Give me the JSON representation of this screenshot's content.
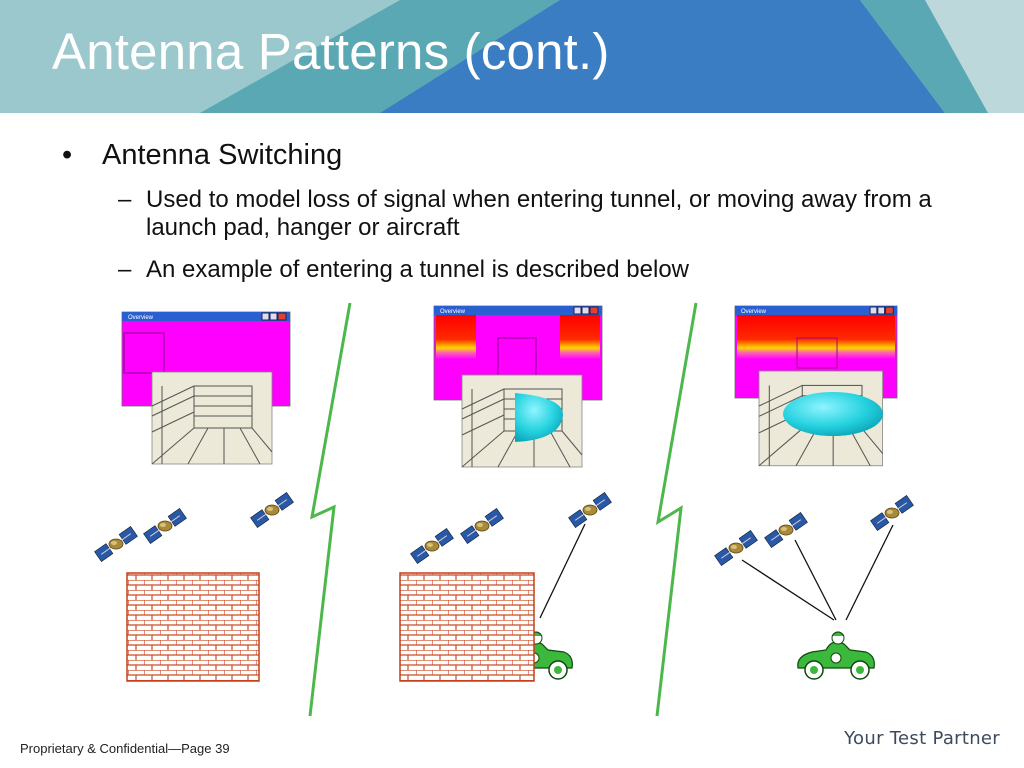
{
  "slide": {
    "title": "Antenna Patterns (cont.)",
    "bullet": "Antenna Switching",
    "bullet_marker": "•",
    "sub_marker": "–",
    "sub_bullets": [
      "Used to model loss of signal when entering tunnel, or moving away from a launch pad, hanger or aircraft",
      "An example of entering a tunnel is described below"
    ]
  },
  "figure": {
    "window_title": "Overview"
  },
  "footer": {
    "left": "Proprietary & Confidential—Page 39",
    "right": "Your Test Partner"
  },
  "colors": {
    "header_teal": "#5aa8b4",
    "header_blue": "#3a7dc2",
    "header_light": "#bfd9dc",
    "magenta": "#ff00ff",
    "red": "#ff0000",
    "dome": "#2ad4e0",
    "car": "#3cb83c",
    "brick": "#d0502a",
    "lightning": "#4cb84c"
  }
}
